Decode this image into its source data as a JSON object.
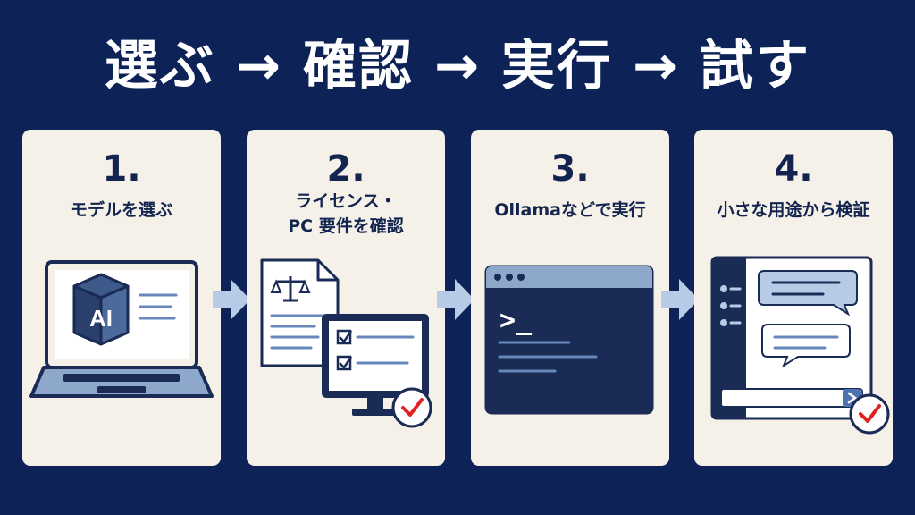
{
  "header": {
    "title": "選ぶ → 確認 → 実行 → 試す"
  },
  "steps": [
    {
      "number": "1.",
      "title": "モデルを選ぶ",
      "icon": "laptop-ai-icon"
    },
    {
      "number": "2.",
      "title_line1": "ライセンス・",
      "title_line2": "PC 要件を確認",
      "icon": "document-monitor-check-icon"
    },
    {
      "number": "3.",
      "title": "Ollamaなどで実行",
      "icon": "terminal-icon"
    },
    {
      "number": "4.",
      "title": "小さな用途から検証",
      "icon": "chat-app-check-icon"
    }
  ],
  "illustrations": {
    "ai_badge": "AI",
    "terminal_prompt": ">_"
  },
  "colors": {
    "background": "#0d2256",
    "card": "#f5f1e8",
    "navy": "#1a2b55",
    "accent_blue": "#b8cbe6",
    "check_red": "#e02424"
  }
}
